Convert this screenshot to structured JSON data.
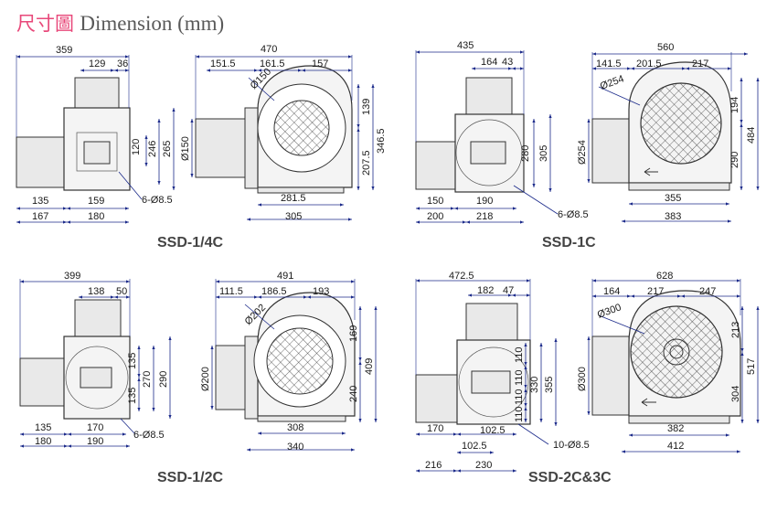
{
  "header": {
    "title_zh": "尺寸圖",
    "title_en": "Dimension (mm)"
  },
  "models": [
    {
      "name": "SSD-1/4C",
      "side": {
        "overall": "359",
        "top_a": "129",
        "top_b": "36",
        "v1": "120",
        "v2": "246",
        "v3": "265",
        "b1": "135",
        "b2": "159",
        "b3": "167",
        "b4": "180",
        "hole": "6-Ø8.5"
      },
      "front": {
        "overall": "470",
        "t1": "151.5",
        "t2": "161.5",
        "t3": "157",
        "dia": "Ø150",
        "inlet": "Ø150",
        "r1": "139",
        "r2": "207.5",
        "r3": "346.5",
        "b1": "281.5",
        "b2": "305"
      }
    },
    {
      "name": "SSD-1C",
      "side": {
        "overall": "435",
        "top_a": "164",
        "top_b": "43",
        "v1": "280",
        "v2": "305",
        "b1": "150",
        "b2": "190",
        "b3": "200",
        "b4": "218",
        "hole": "6-Ø8.5"
      },
      "front": {
        "overall": "560",
        "t1": "141.5",
        "t2": "201.5",
        "t3": "217",
        "dia": "Ø254",
        "inlet": "Ø254",
        "r1": "194",
        "r2": "290",
        "r3": "484",
        "b1": "355",
        "b2": "383"
      }
    },
    {
      "name": "SSD-1/2C",
      "side": {
        "overall": "399",
        "top_a": "138",
        "top_b": "50",
        "v1": "135",
        "v2": "135",
        "v3": "270",
        "v4": "290",
        "b1": "135",
        "b2": "170",
        "b3": "180",
        "b4": "190",
        "hole": "6-Ø8.5"
      },
      "front": {
        "overall": "491",
        "t1": "111.5",
        "t2": "186.5",
        "t3": "193",
        "dia": "Ø202",
        "inlet": "Ø200",
        "r1": "169",
        "r2": "240",
        "r3": "409",
        "b1": "308",
        "b2": "340"
      }
    },
    {
      "name": "SSD-2C&3C",
      "side": {
        "overall": "472.5",
        "top_a": "182",
        "top_b": "47",
        "v1": "110",
        "v2": "110",
        "v3": "110",
        "v4": "110",
        "v5": "330",
        "v6": "355",
        "b1": "170",
        "b2": "102.5",
        "b3": "102.5",
        "b4": "216",
        "b5": "230",
        "hole": "10-Ø8.5"
      },
      "front": {
        "overall": "628",
        "t1": "164",
        "t2": "217",
        "t3": "247",
        "dia": "Ø300",
        "inlet": "Ø300",
        "r1": "213",
        "r2": "304",
        "r3": "517",
        "b1": "382",
        "b2": "412"
      }
    }
  ]
}
